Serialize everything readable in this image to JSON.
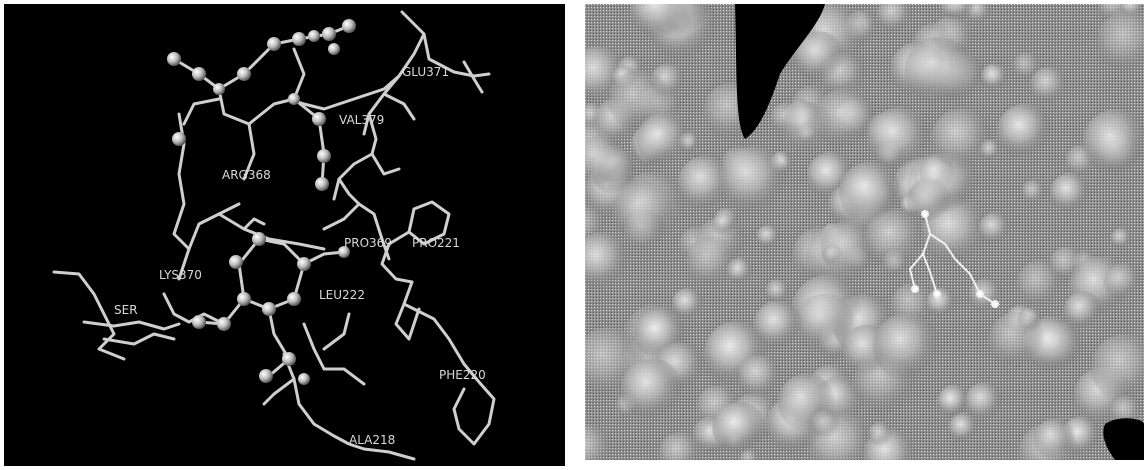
{
  "left_panel": {
    "residue_labels": [
      "GLU371",
      "VAL379",
      "ARG368",
      "PRO369",
      "PRO221",
      "LYS370",
      "SER",
      "LEU222",
      "PHE220",
      "ALA218"
    ]
  },
  "colors": {
    "left_background": "#000000",
    "sticks": "#d0d0d0",
    "atoms": "#c8c8c8",
    "surface_base": "#8a8a8a",
    "surface_highlight": "#e6e6e6",
    "surface_cleft": "#000000"
  }
}
